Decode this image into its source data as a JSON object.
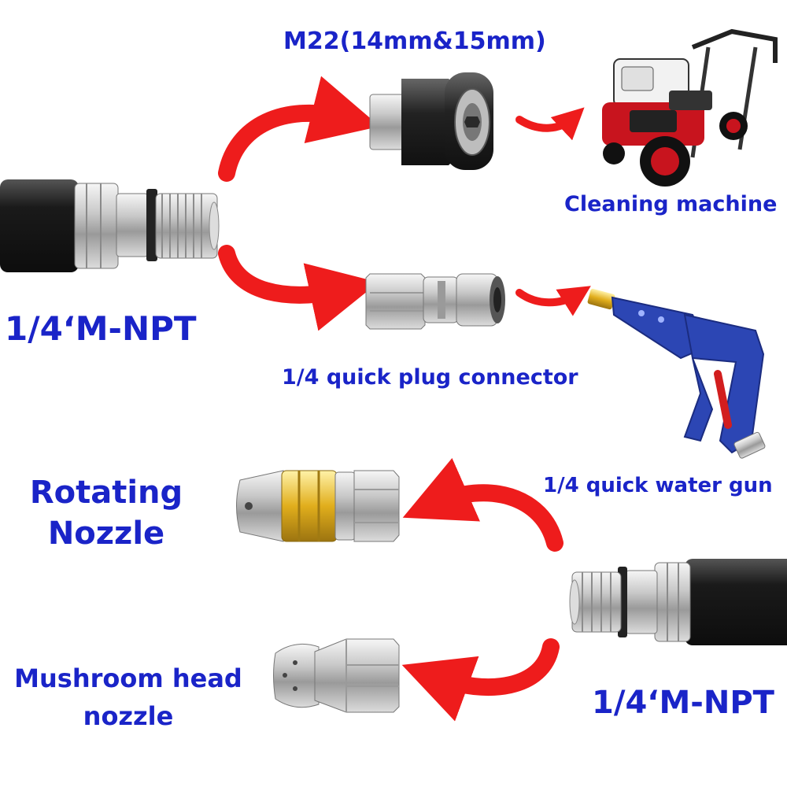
{
  "labels": {
    "m22": "M22(14mm&15mm)",
    "cleaning_machine": "Cleaning machine",
    "npt_top": "1/4‘M-NPT",
    "quick_plug": "1/4 quick plug connector",
    "water_gun": "1/4 quick water gun",
    "rotating_line1": "Rotating",
    "rotating_line2": "Nozzle",
    "mushroom_line1": "Mushroom head",
    "mushroom_line2": "nozzle",
    "npt_bottom": "1/4‘M-NPT"
  },
  "colors": {
    "label": "#1a24c8",
    "arrow": "#ee1c1c",
    "hose": "#1e1e1e",
    "brass": "#e3b322",
    "gun": "#2c46b4",
    "machine_red": "#c8141e"
  }
}
